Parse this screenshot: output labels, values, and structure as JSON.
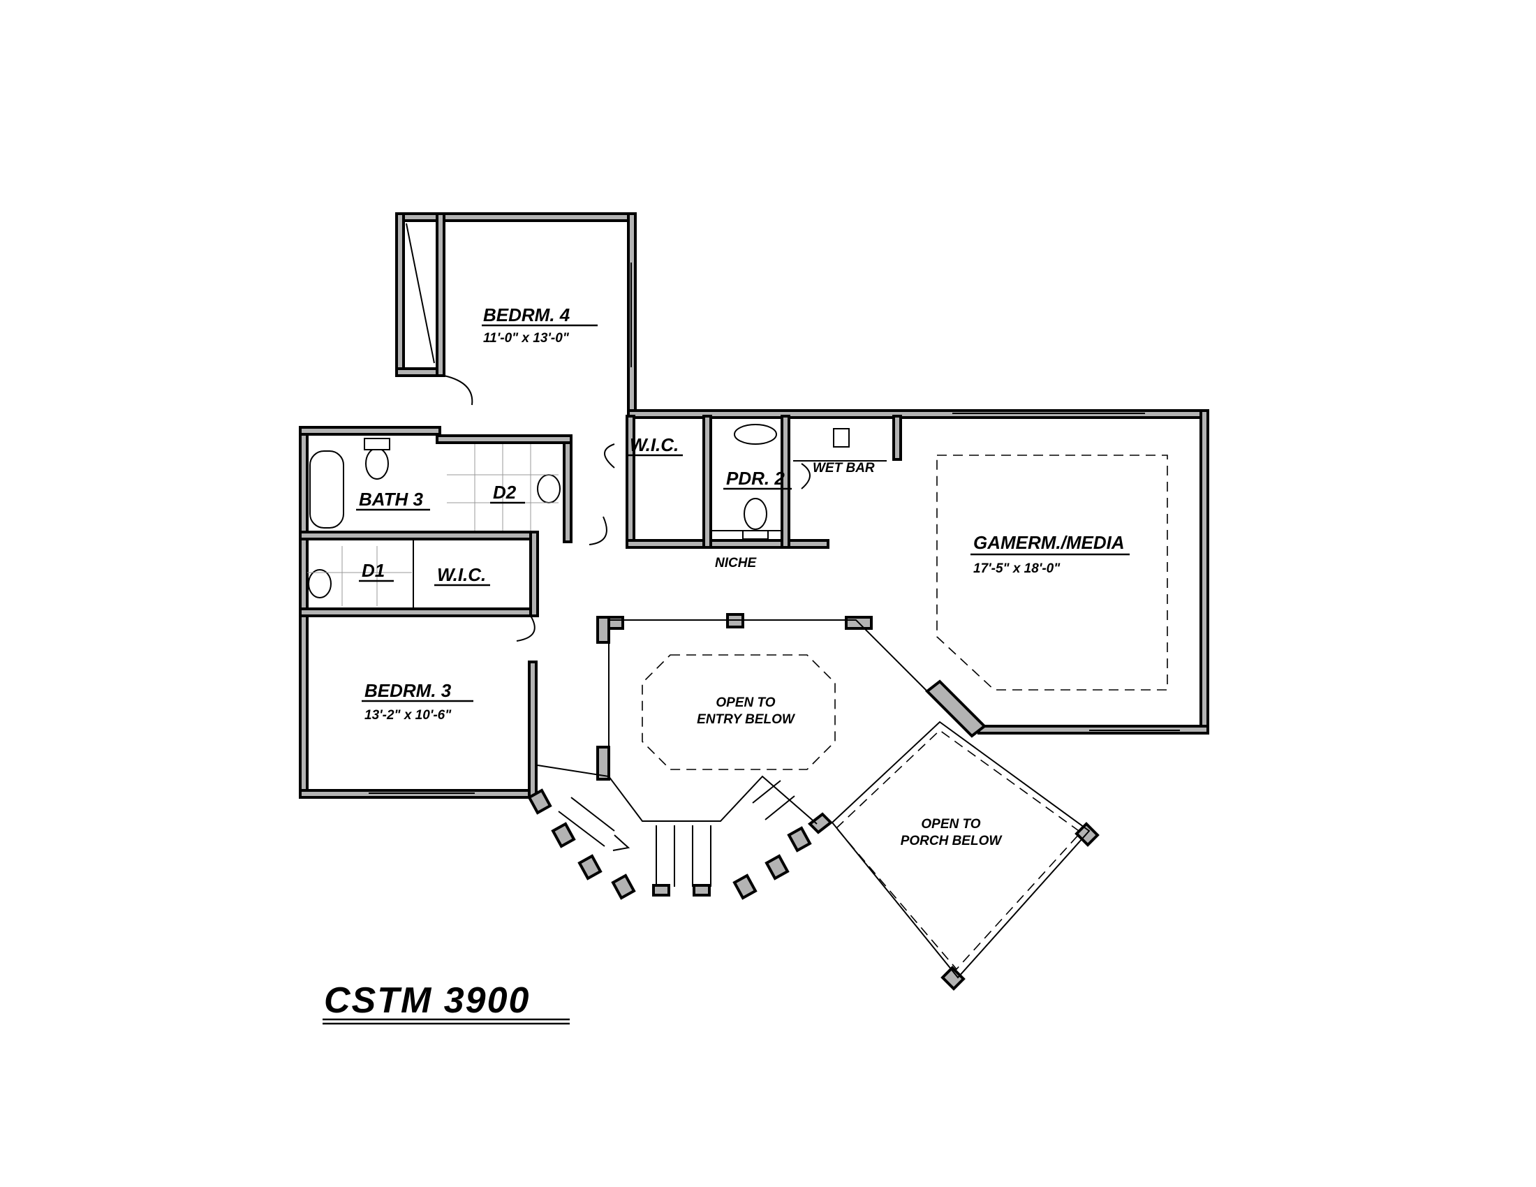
{
  "plan_title": "CSTM 3900",
  "rooms": {
    "bedroom4": {
      "name": "BEDRM. 4",
      "dimensions": "11'-0\" x 13'-0\""
    },
    "bedroom3": {
      "name": "BEDRM. 3",
      "dimensions": "13'-2\" x 10'-6\""
    },
    "gameroom": {
      "name": "GAMERM./MEDIA",
      "dimensions": "17'-5\" x 18'-0\""
    },
    "bath3": {
      "name": "BATH 3"
    },
    "d1": {
      "name": "D1"
    },
    "d2": {
      "name": "D2"
    },
    "wic_upper": {
      "name": "W.I.C."
    },
    "wic_lower": {
      "name": "W.I.C."
    },
    "powder2": {
      "name": "PDR. 2"
    },
    "wet_bar": {
      "name": "WET BAR"
    },
    "niche": {
      "name": "NICHE"
    }
  },
  "notes": {
    "open_entry_line1": "OPEN TO",
    "open_entry_line2": "ENTRY BELOW",
    "open_porch_line1": "OPEN TO",
    "open_porch_line2": "PORCH BELOW"
  }
}
